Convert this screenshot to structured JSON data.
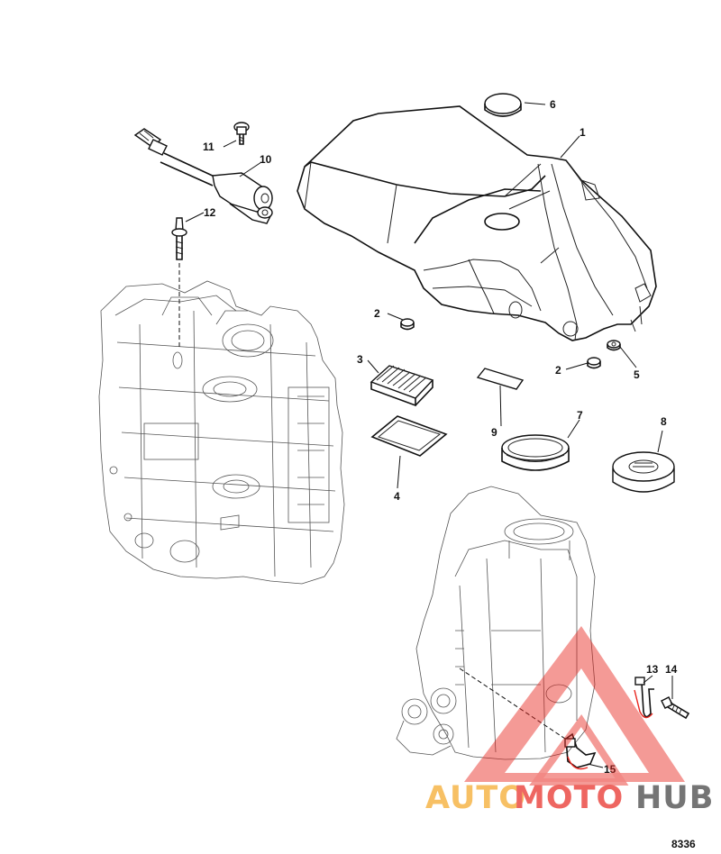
{
  "callouts": {
    "c1": "1",
    "c2a": "2",
    "c2b": "2",
    "c3": "3",
    "c4": "4",
    "c5": "5",
    "c6": "6",
    "c7": "7",
    "c8": "8",
    "c9": "9",
    "c10": "10",
    "c11": "11",
    "c12": "12",
    "c13": "13",
    "c14": "14",
    "c15": "15"
  },
  "reference_number": "8336",
  "watermark": {
    "part1": "AUTO",
    "part2": "MOTO",
    "part3": "HUB",
    "color_orange": "#f5a623",
    "color_red": "#e8261f",
    "color_dark": "#3b3b3b"
  }
}
